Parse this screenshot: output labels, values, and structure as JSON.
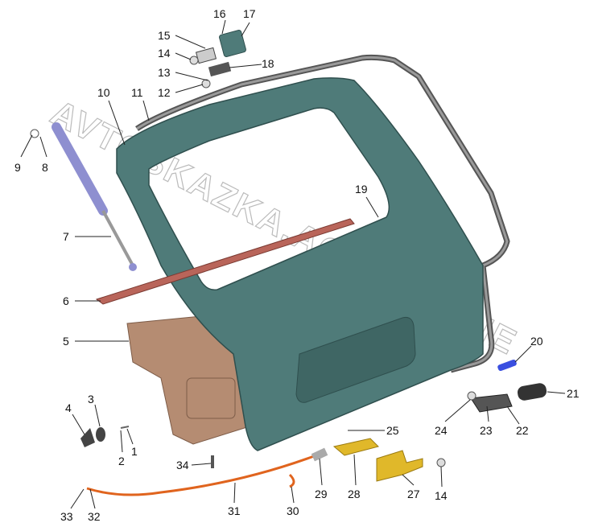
{
  "title": "Tailgate (rear door) parts diagram",
  "watermark": "AVTOSKAZKA.AGATONLINE",
  "colors": {
    "door": "#4f7b79",
    "seal": "#5a5a5a",
    "trim": "#b58c72",
    "strut": "#8e8fd0",
    "strip": "#b9655a",
    "cable": "#e0641e",
    "bracket": "#e0b82a",
    "blue_part": "#3a4fe0"
  },
  "labels": {
    "p1": "1",
    "p2": "2",
    "p3": "3",
    "p4": "4",
    "p5": "5",
    "p6": "6",
    "p7": "7",
    "p8": "8",
    "p9": "9",
    "p10": "10",
    "p11": "11",
    "p12": "12",
    "p13": "13",
    "p14a": "14",
    "p14b": "14",
    "p15": "15",
    "p16": "16",
    "p17": "17",
    "p18": "18",
    "p19": "19",
    "p20": "20",
    "p21": "21",
    "p22": "22",
    "p23": "23",
    "p24": "24",
    "p25": "25",
    "p27": "27",
    "p28": "28",
    "p29": "29",
    "p30": "30",
    "p31": "31",
    "p32": "32",
    "p33": "33",
    "p34": "34"
  }
}
